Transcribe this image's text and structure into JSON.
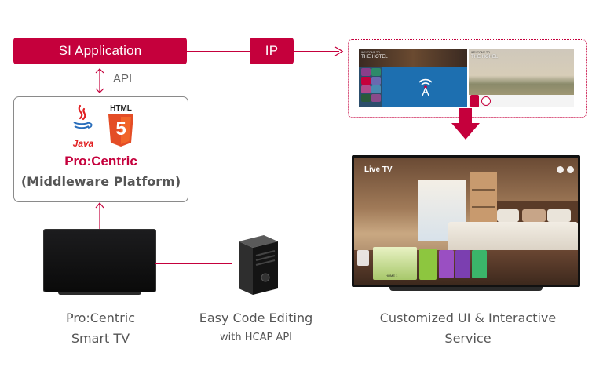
{
  "si_app": {
    "label": "SI Application"
  },
  "ip": {
    "label": "IP"
  },
  "api": {
    "label": "API"
  },
  "middleware": {
    "java": "Java",
    "html5_top": "HTML",
    "html5_num": "5",
    "brand": "Pro:Centric",
    "subtitle": "(Middleware Platform)"
  },
  "tv": {
    "line1": "Pro:Centric",
    "line2": "Smart TV"
  },
  "code": {
    "line1": "Easy Code Editing",
    "line2": "with HCAP API"
  },
  "custom": {
    "line1": "Customized UI & Interactive",
    "line2": "Service"
  },
  "preview": {
    "left_hotel": "THE HOTEL",
    "left_welcome": "WELCOME TO",
    "right_hotel": "THE HOHEL",
    "right_welcome": "WELCOME TO"
  },
  "big_tv": {
    "live_tv": "Live TV",
    "home": "HOME 1"
  },
  "colors": {
    "accent": "#c5003c",
    "text": "#555555",
    "border": "#8a8a8a"
  },
  "icons": [
    "java-icon",
    "html5-icon",
    "server-icon",
    "wifi-icon",
    "down-arrow-icon",
    "up-down-arrow-icon"
  ]
}
